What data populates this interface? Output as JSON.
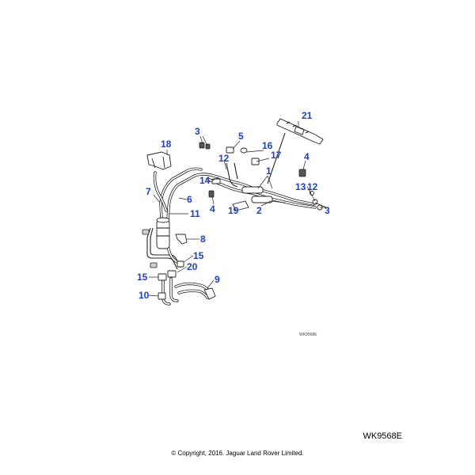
{
  "diagram": {
    "callouts": [
      "21",
      "3",
      "5",
      "18",
      "16",
      "17",
      "12",
      "4",
      "1",
      "14",
      "7",
      "13",
      "12",
      "6",
      "4",
      "19",
      "2",
      "3",
      "11",
      "8",
      "15",
      "20",
      "15",
      "9",
      "10"
    ],
    "small_ref": "WK9568E",
    "reference_code": "WK9568E",
    "copyright": "© Copyright, 2016. Jaguar Land Rover Limited.",
    "colors": {
      "callout": "#1a3fd6",
      "line": "#222222"
    }
  }
}
